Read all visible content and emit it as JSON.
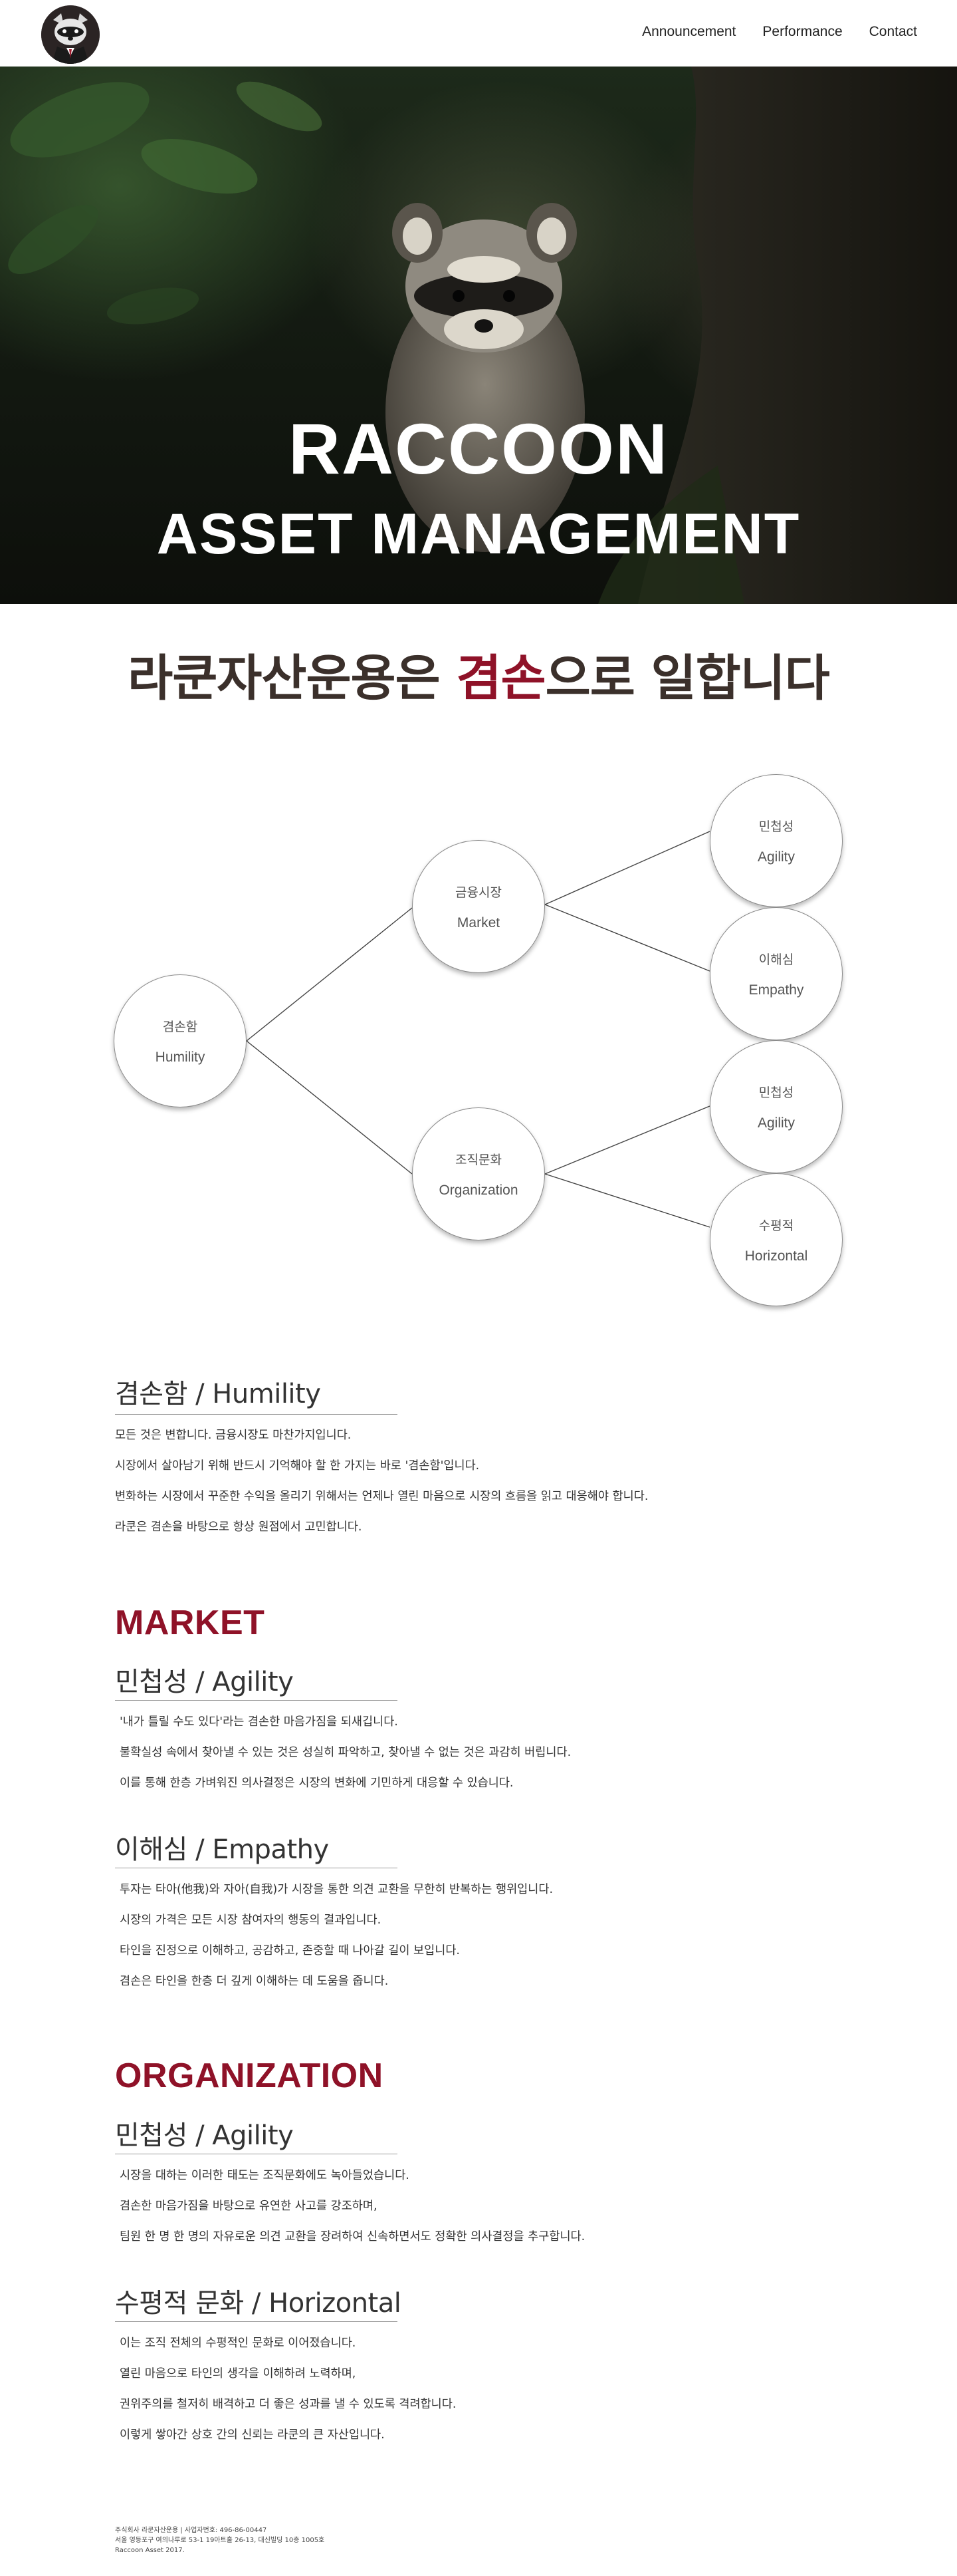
{
  "header": {
    "logo_alt": "Raccoon Asset Management logo",
    "nav": [
      "Announcement",
      "Performance",
      "Contact"
    ]
  },
  "hero": {
    "title_line1": "RACCOON",
    "title_line2": "ASSET MANAGEMENT"
  },
  "headline": {
    "before": "라쿤자산운용은 ",
    "accent": "겸손",
    "after": "으로 일합니다",
    "accent_color": "#8f1228"
  },
  "diagram": {
    "root": {
      "ko": "겸손함",
      "en": "Humility"
    },
    "branches": [
      {
        "ko": "금융시장",
        "en": "Market",
        "children": [
          {
            "ko": "민첩성",
            "en": "Agility"
          },
          {
            "ko": "이해심",
            "en": "Empathy"
          }
        ]
      },
      {
        "ko": "조직문화",
        "en": "Organization",
        "children": [
          {
            "ko": "민첩성",
            "en": "Agility"
          },
          {
            "ko": "수평적",
            "en": "Horizontal"
          }
        ]
      }
    ]
  },
  "humility": {
    "title": "겸손함 / Humility",
    "lines": [
      "모든 것은 변합니다. 금융시장도 마찬가지입니다.",
      "시장에서 살아남기 위해 반드시 기억해야 할 한 가지는 바로 '겸손함'입니다.",
      "변화하는 시장에서 꾸준한 수익을 올리기 위해서는 언제나 열린 마음으로 시장의 흐름을 읽고 대응해야 합니다.",
      "라쿤은 겸손을 바탕으로 항상 원점에서 고민합니다."
    ]
  },
  "market": {
    "heading": "MARKET",
    "agility": {
      "title": "민첩성 / Agility",
      "lines": [
        "'내가 틀릴 수도 있다'라는 겸손한 마음가짐을 되새깁니다.",
        "불확실성 속에서 찾아낼 수 있는 것은 성실히 파악하고, 찾아낼 수 없는 것은 과감히 버립니다.",
        "이를 통해 한층 가벼워진 의사결정은 시장의 변화에 기민하게 대응할 수 있습니다."
      ]
    },
    "empathy": {
      "title": "이해심 / Empathy",
      "lines": [
        "투자는 타아(他我)와 자아(自我)가 시장을 통한 의견 교환을 무한히 반복하는 행위입니다.",
        "시장의 가격은 모든 시장 참여자의 행동의 결과입니다.",
        "타인을 진정으로 이해하고, 공감하고, 존중할 때 나아갈 길이 보입니다.",
        "겸손은 타인을 한층 더 깊게 이해하는 데 도움을 줍니다."
      ]
    }
  },
  "organization": {
    "heading": "ORGANIZATION",
    "agility": {
      "title": "민첩성 / Agility",
      "lines": [
        "시장을 대하는 이러한 태도는 조직문화에도 녹아들었습니다.",
        "겸손한 마음가짐을 바탕으로 유연한 사고를 강조하며,",
        "팀원 한 명 한 명의 자유로운 의견 교환을 장려하여 신속하면서도 정확한 의사결정을 추구합니다."
      ]
    },
    "horizontal": {
      "title": "수평적 문화 / Horizontal",
      "lines": [
        "이는 조직 전체의 수평적인 문화로 이어졌습니다.",
        "열린 마음으로 타인의 생각을 이해하려 노력하며,",
        "권위주의를 철저히 배격하고 더 좋은 성과를 낼 수 있도록 격려합니다.",
        "이렇게 쌓아간 상호 간의 신뢰는 라쿤의 큰 자산입니다."
      ]
    }
  },
  "footer": {
    "lines": [
      "주식회사 라쿤자산운용 | 사업자번호: 496-86-00447",
      "서울 영등포구 여의나루로 53-1 19아트홀 26-13, 대신빌딩 10층 1005호",
      "Raccoon Asset 2017."
    ]
  }
}
